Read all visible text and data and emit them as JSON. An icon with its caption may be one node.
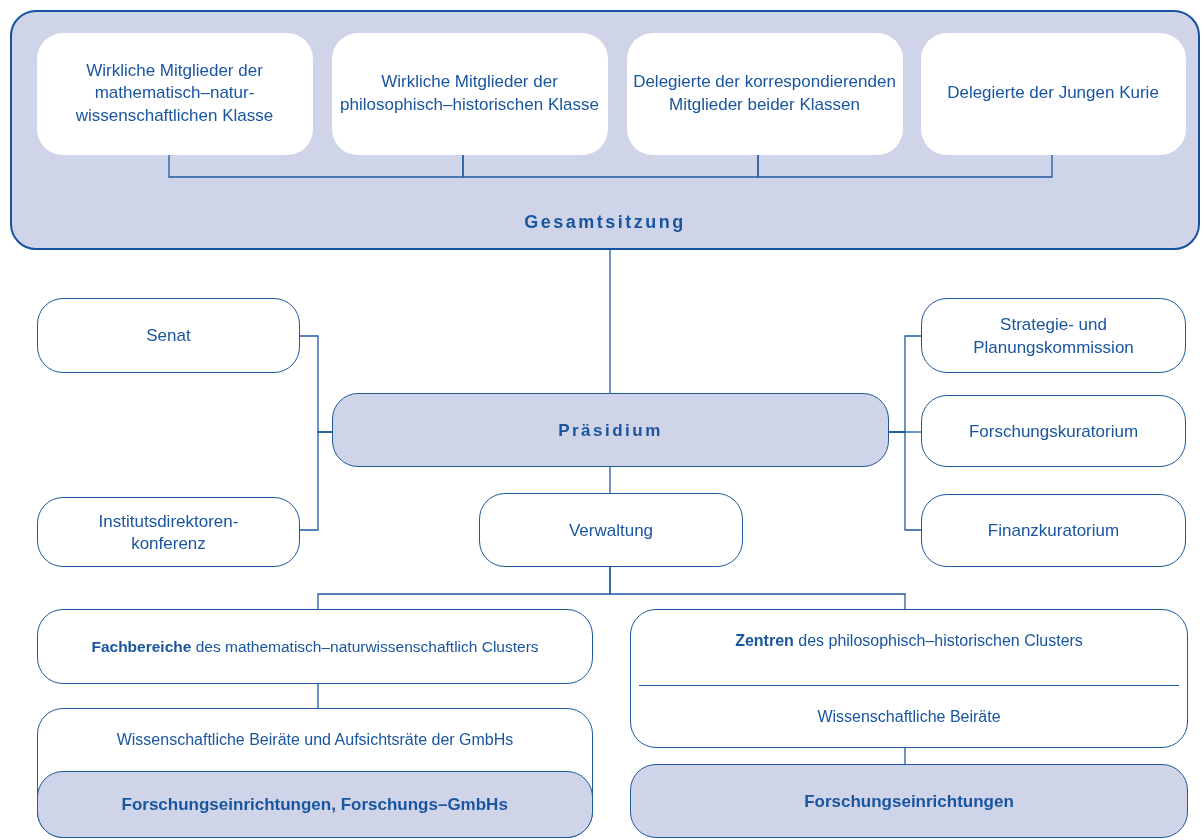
{
  "diagram": {
    "nodes": [
      {
        "text": [
          "Gesamtsitzung"
        ]
      },
      {
        "text": [
          "Wirkliche Mitglieder der mathematisch–natur- wissenschaftlichen Klasse"
        ],
        "in": 0
      },
      {
        "text": [
          "Wirkliche Mitglieder der philosophisch–historischen Klasse"
        ],
        "in": 0
      },
      {
        "text": [
          "Delegierte der korrespondierenden Mitglieder beider Klassen"
        ],
        "in": 0
      },
      {
        "text": [
          "Delegierte der Jungen Kurie"
        ],
        "in": 0
      },
      {
        "text": [
          "Senat"
        ]
      },
      {
        "text": [
          "Institutsdirektoren- konferenz"
        ]
      },
      {
        "text": [
          "Präsidium"
        ]
      },
      {
        "text": [
          "Strategie- und Planungskommission"
        ]
      },
      {
        "text": [
          "Forschungskuratorium"
        ]
      },
      {
        "text": [
          "Finanzkuratorium"
        ]
      },
      {
        "text": [
          "Verwaltung"
        ]
      },
      {
        "text": [
          "**Fachbereiche** des mathematisch–naturwissenschaftlich Clusters"
        ]
      },
      {
        "text": [
          "Wissenschaftliche Beiräte und Aufsichtsräte der GmbHs"
        ]
      },
      {
        "text": [
          "Forschungseinrichtungen, Forschungs–GmbHs"
        ],
        "in": 13
      },
      {
        "text": [
          "**Zentren** des philosophisch–historischen Clusters",
          "Wissenschaftliche Beiräte"
        ]
      },
      {
        "text": [
          "Forschungseinrichtungen"
        ]
      }
    ],
    "edges": [
      {
        "from": 1,
        "to": 2,
        "arrow": "none"
      },
      {
        "from": 2,
        "to": 3,
        "arrow": "none"
      },
      {
        "from": 3,
        "to": 4,
        "arrow": "none"
      },
      {
        "from": 0,
        "to": 7,
        "arrow": "none"
      },
      {
        "from": 5,
        "to": 7,
        "arrow": "none"
      },
      {
        "from": 6,
        "to": 7,
        "arrow": "none"
      },
      {
        "from": 7,
        "to": 8,
        "arrow": "none"
      },
      {
        "from": 7,
        "to": 9,
        "arrow": "none"
      },
      {
        "from": 7,
        "to": 10,
        "arrow": "none"
      },
      {
        "from": 7,
        "to": 11,
        "arrow": "none"
      },
      {
        "from": 11,
        "to": 12,
        "arrow": "none"
      },
      {
        "from": 11,
        "to": 15,
        "arrow": "none"
      },
      {
        "from": 12,
        "to": 13,
        "arrow": "none"
      },
      {
        "from": 15,
        "to": 16,
        "arrow": "none"
      }
    ]
  }
}
